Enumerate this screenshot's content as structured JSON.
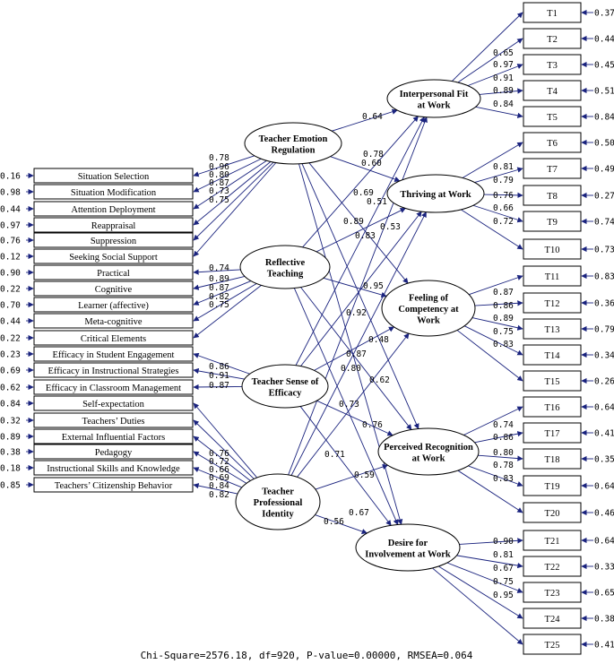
{
  "colors": {
    "path": "#1a237e",
    "outline": "#000000",
    "background": "#ffffff"
  },
  "latent_independent": [
    {
      "id": "ter",
      "label": [
        "Teacher Emotion",
        "Regulation"
      ]
    },
    {
      "id": "rt",
      "label": [
        "Reflective",
        "Teaching"
      ]
    },
    {
      "id": "tse",
      "label": [
        "Teacher Sense of",
        "Efficacy"
      ]
    },
    {
      "id": "tpi",
      "label": [
        "Teacher",
        "Professional",
        "Identity"
      ]
    }
  ],
  "latent_dependent": [
    {
      "id": "ifw",
      "label": [
        "Interpersonal Fit",
        "at Work"
      ]
    },
    {
      "id": "taw",
      "label": [
        "Thriving at Work"
      ]
    },
    {
      "id": "fcw",
      "label": [
        "Feeling of",
        "Competency at",
        "Work"
      ]
    },
    {
      "id": "prw",
      "label": [
        "Perceived Recognition",
        "at Work"
      ]
    },
    {
      "id": "diw",
      "label": [
        "Desire for",
        "Involvement at Work"
      ]
    }
  ],
  "left_indicators": [
    {
      "label": "Situation Selection",
      "error": "0.16",
      "factor": "ter",
      "loading": "0.78"
    },
    {
      "label": "Situation Modification",
      "error": "0.98",
      "factor": "ter",
      "loading": "0.96"
    },
    {
      "label": "Attention Deployment",
      "error": "0.44",
      "factor": "ter",
      "loading": "0.80"
    },
    {
      "label": "Reappraisal",
      "error": "0.97",
      "factor": "ter",
      "loading": "0.87"
    },
    {
      "label": "Suppression",
      "error": "0.76",
      "factor": "ter",
      "loading": "0.73"
    },
    {
      "label": "Seeking Social Support",
      "error": "0.12",
      "factor": "ter",
      "loading": "0.75"
    },
    {
      "label": "Practical",
      "error": "0.90",
      "factor": "rt",
      "loading": "0.74"
    },
    {
      "label": "Cognitive",
      "error": "0.22",
      "factor": "rt",
      "loading": "0.89"
    },
    {
      "label": "Learner (affective)",
      "error": "0.70",
      "factor": "rt",
      "loading": "0.87"
    },
    {
      "label": "Meta-cognitive",
      "error": "0.44",
      "factor": "rt",
      "loading": "0.82"
    },
    {
      "label": "Critical Elements",
      "error": "0.22",
      "factor": "rt",
      "loading": "0.75"
    },
    {
      "label": "Efficacy in Student Engagement",
      "error": "0.23",
      "factor": "tse",
      "loading": "0.86"
    },
    {
      "label": "Efficacy in Instructional Strategies",
      "error": "0.69",
      "factor": "tse",
      "loading": "0.91"
    },
    {
      "label": "Efficacy in Classroom Management",
      "error": "0.62",
      "factor": "tse",
      "loading": "0.87"
    },
    {
      "label": "Self-expectation",
      "error": "0.84",
      "factor": "tpi",
      "loading": "0.76"
    },
    {
      "label": "Teachers’ Duties",
      "error": "0.32",
      "factor": "tpi",
      "loading": "0.72"
    },
    {
      "label": "External Influential Factors",
      "error": "0.89",
      "factor": "tpi",
      "loading": "0.66"
    },
    {
      "label": "Pedagogy",
      "error": "0.38",
      "factor": "tpi",
      "loading": "0.69"
    },
    {
      "label": "Instructional Skills and Knowledge",
      "error": "0.18",
      "factor": "tpi",
      "loading": "0.84"
    },
    {
      "label": "Teachers’ Citizenship Behavior",
      "error": "0.85",
      "factor": "tpi",
      "loading": "0.82"
    }
  ],
  "right_indicators": [
    {
      "label": "T1",
      "error": "0.37",
      "factor": "ifw",
      "loading": "0.65"
    },
    {
      "label": "T2",
      "error": "0.44",
      "factor": "ifw",
      "loading": "0.97"
    },
    {
      "label": "T3",
      "error": "0.45",
      "factor": "ifw",
      "loading": "0.91"
    },
    {
      "label": "T4",
      "error": "0.51",
      "factor": "ifw",
      "loading": "0.89"
    },
    {
      "label": "T5",
      "error": "0.84",
      "factor": "ifw",
      "loading": "0.84"
    },
    {
      "label": "T6",
      "error": "0.50",
      "factor": "taw",
      "loading": "0.81"
    },
    {
      "label": "T7",
      "error": "0.49",
      "factor": "taw",
      "loading": "0.79"
    },
    {
      "label": "T8",
      "error": "0.27",
      "factor": "taw",
      "loading": "0.76"
    },
    {
      "label": "T9",
      "error": "0.74",
      "factor": "taw",
      "loading": "0.66"
    },
    {
      "label": "T10",
      "error": "0.73",
      "factor": "taw",
      "loading": "0.72"
    },
    {
      "label": "T11",
      "error": "0.83",
      "factor": "fcw",
      "loading": "0.87"
    },
    {
      "label": "T12",
      "error": "0.36",
      "factor": "fcw",
      "loading": "0.86"
    },
    {
      "label": "T13",
      "error": "0.79",
      "factor": "fcw",
      "loading": "0.89"
    },
    {
      "label": "T14",
      "error": "0.34",
      "factor": "fcw",
      "loading": "0.75"
    },
    {
      "label": "T15",
      "error": "0.26",
      "factor": "fcw",
      "loading": "0.83"
    },
    {
      "label": "T16",
      "error": "0.64",
      "factor": "prw",
      "loading": "0.74"
    },
    {
      "label": "T17",
      "error": "0.41",
      "factor": "prw",
      "loading": "0.86"
    },
    {
      "label": "T18",
      "error": "0.35",
      "factor": "prw",
      "loading": "0.80"
    },
    {
      "label": "T19",
      "error": "0.64",
      "factor": "prw",
      "loading": "0.78"
    },
    {
      "label": "T20",
      "error": "0.46",
      "factor": "prw",
      "loading": "0.83"
    },
    {
      "label": "T21",
      "error": "0.64",
      "factor": "diw",
      "loading": "0.90"
    },
    {
      "label": "T22",
      "error": "0.33",
      "factor": "diw",
      "loading": "0.81"
    },
    {
      "label": "T23",
      "error": "0.65",
      "factor": "diw",
      "loading": "0.67"
    },
    {
      "label": "T24",
      "error": "0.38",
      "factor": "diw",
      "loading": "0.75"
    },
    {
      "label": "T25",
      "error": "0.41",
      "factor": "diw",
      "loading": "0.95"
    }
  ],
  "structural_paths": [
    {
      "from": "ter",
      "to": "ifw",
      "value": "0.64"
    },
    {
      "from": "ter",
      "to": "taw",
      "value": "0.60"
    },
    {
      "from": "ter",
      "to": "fcw",
      "value": "0.69"
    },
    {
      "from": "ter",
      "to": "prw",
      "value": "0.89"
    },
    {
      "from": "ter",
      "to": "diw",
      "value": "0.83"
    },
    {
      "from": "rt",
      "to": "ifw",
      "value": "0.78"
    },
    {
      "from": "rt",
      "to": "taw",
      "value": "0.51"
    },
    {
      "from": "rt",
      "to": "fcw",
      "value": "0.95"
    },
    {
      "from": "rt",
      "to": "prw",
      "value": "0.92"
    },
    {
      "from": "rt",
      "to": "diw",
      "value": "0.87"
    },
    {
      "from": "tse",
      "to": "ifw",
      "value": "0.53"
    },
    {
      "from": "tse",
      "to": "taw",
      "value": "0.80"
    },
    {
      "from": "tse",
      "to": "fcw",
      "value": "0.48"
    },
    {
      "from": "tse",
      "to": "prw",
      "value": "0.62"
    },
    {
      "from": "tse",
      "to": "diw",
      "value": "0.73"
    },
    {
      "from": "tpi",
      "to": "ifw",
      "value": "0.76"
    },
    {
      "from": "tpi",
      "to": "taw",
      "value": "0.71"
    },
    {
      "from": "tpi",
      "to": "fcw",
      "value": "0.59"
    },
    {
      "from": "tpi",
      "to": "prw",
      "value": "0.67"
    },
    {
      "from": "tpi",
      "to": "diw",
      "value": "0.56"
    }
  ],
  "fit_statistics": "Chi-Square=2576.18, df=920, P-value=0.00000, RMSEA=0.064"
}
